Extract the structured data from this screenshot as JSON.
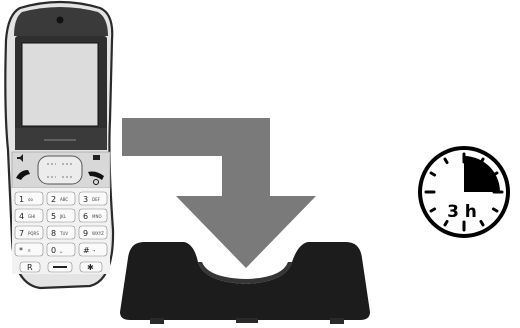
{
  "handset": {
    "keypad": [
      {
        "digit": "1",
        "letters": "oo"
      },
      {
        "digit": "2",
        "letters": "ABC"
      },
      {
        "digit": "3",
        "letters": "DEF"
      },
      {
        "digit": "4",
        "letters": "GHI"
      },
      {
        "digit": "5",
        "letters": "JKL"
      },
      {
        "digit": "6",
        "letters": "MNO"
      },
      {
        "digit": "7",
        "letters": "PQRS"
      },
      {
        "digit": "8",
        "letters": "TUV"
      },
      {
        "digit": "9",
        "letters": "WXYZ"
      },
      {
        "digit": "*",
        "letters": "¤"
      },
      {
        "digit": "0",
        "letters": "␣"
      },
      {
        "digit": "#",
        "letters": "→"
      }
    ],
    "bottom_left_key": "R"
  },
  "timer": {
    "label": "3 h",
    "elapsed_fraction": 0.25,
    "icon": "clock-timer-icon"
  },
  "arrow": {
    "icon": "down-arrow-icon",
    "color": "#7a7a7a"
  },
  "colors": {
    "handset_body": "#e6e6e6",
    "screen": "#d9d9d9",
    "charger": "#1c1c1c"
  }
}
